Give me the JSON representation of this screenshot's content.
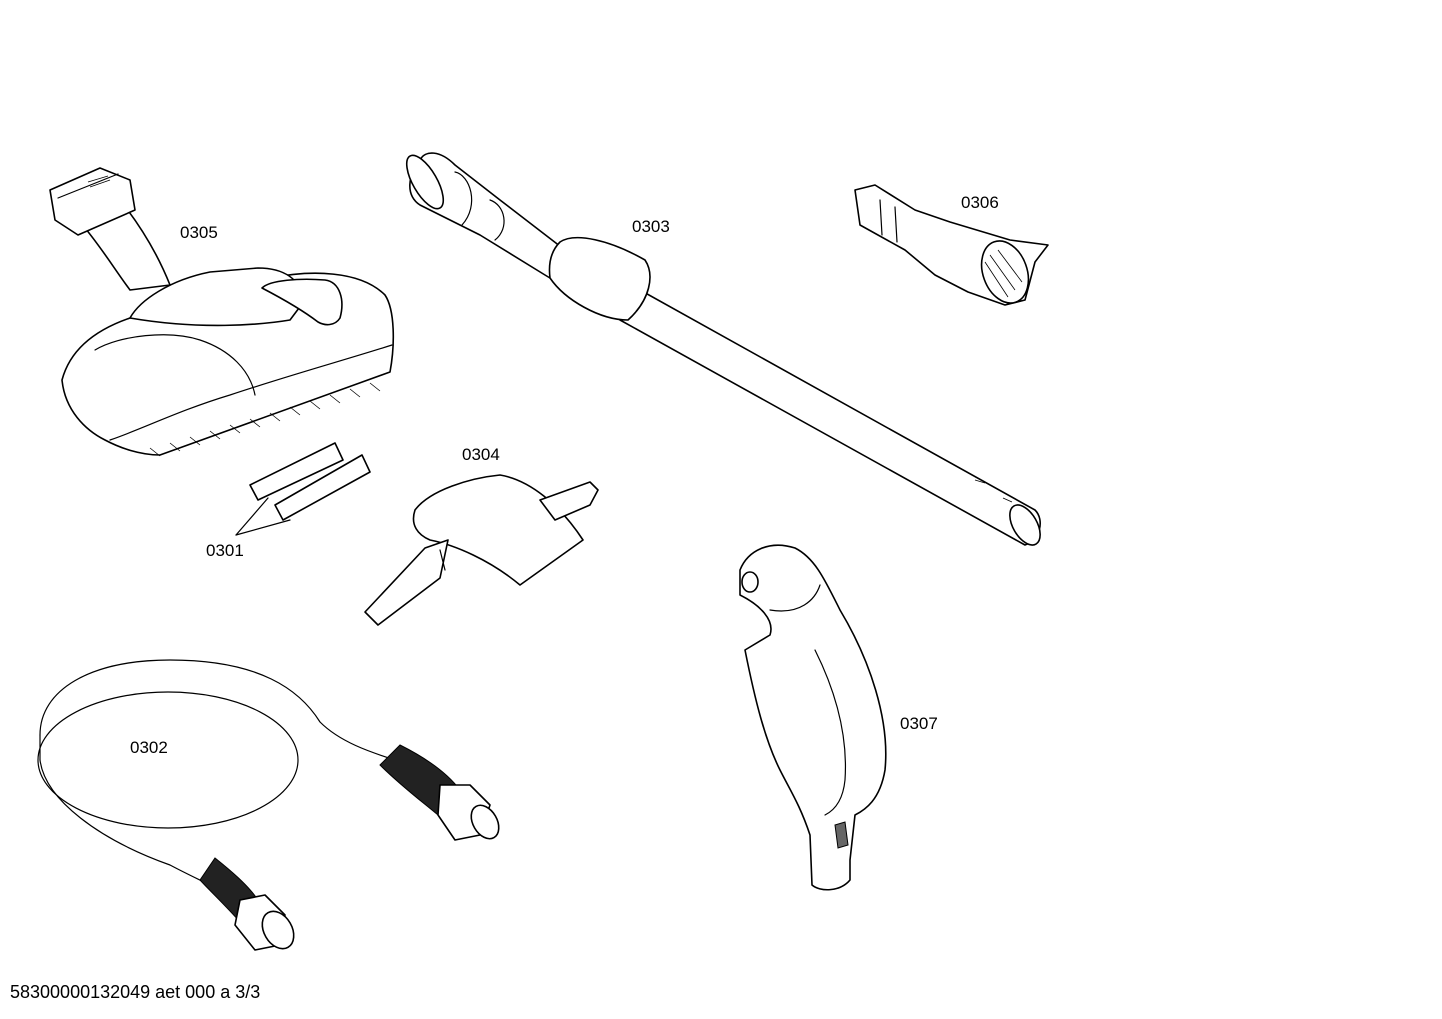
{
  "labels": {
    "p0301": "0301",
    "p0302": "0302",
    "p0303": "0303",
    "p0304": "0304",
    "p0305": "0305",
    "p0306": "0306",
    "p0307": "0307"
  },
  "footer": "58300000132049 aet 000 a 3/3"
}
